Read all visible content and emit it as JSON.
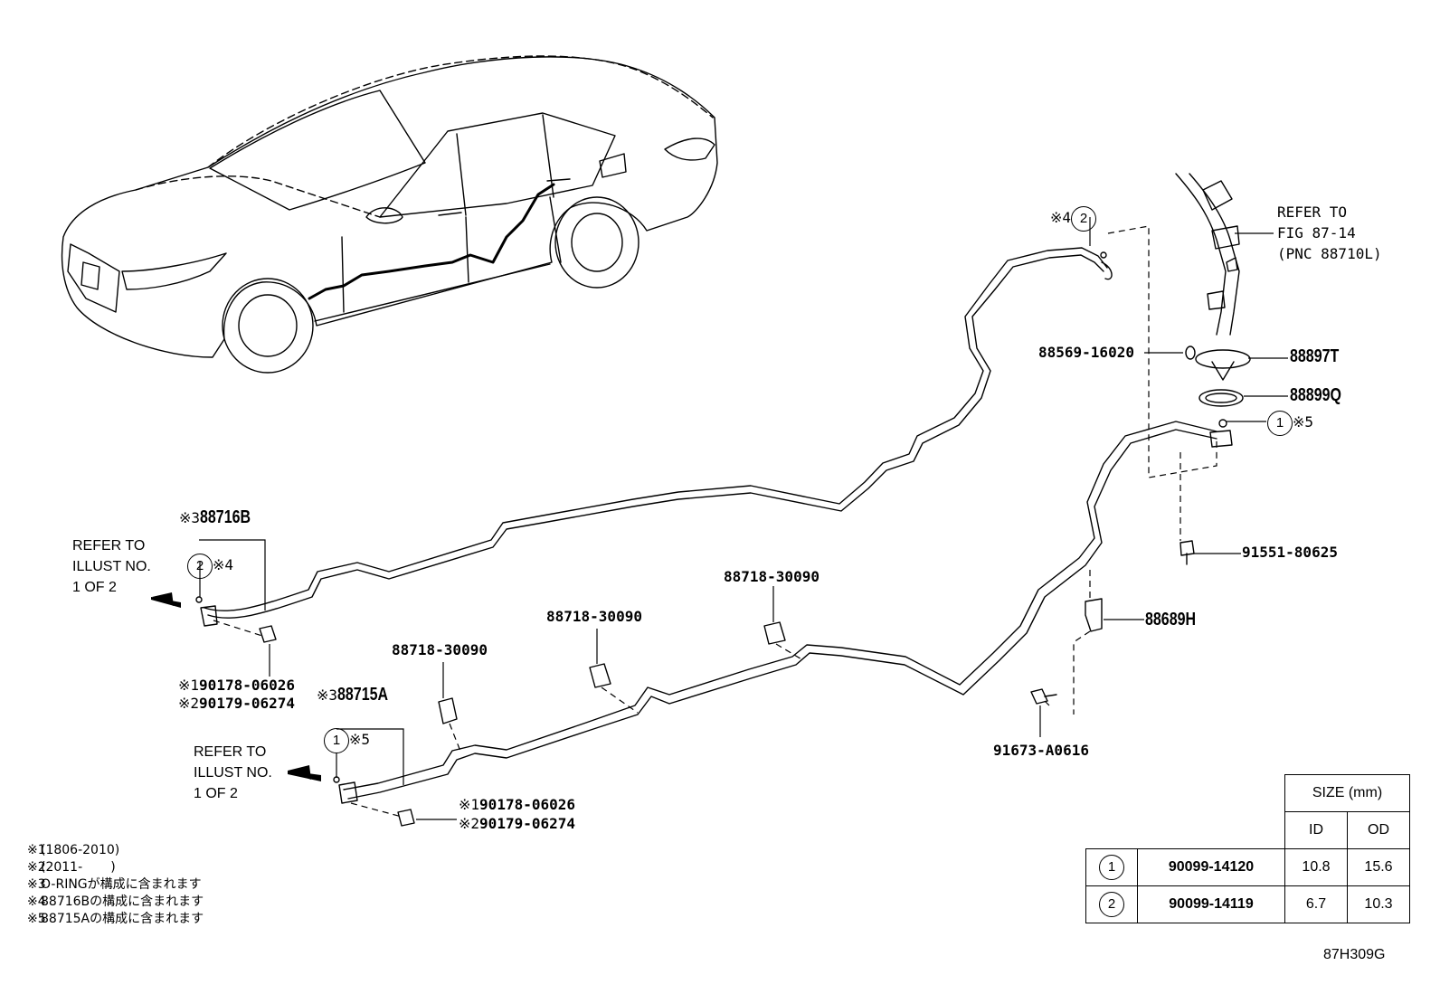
{
  "diagram_id": "87H309G",
  "notes": [
    {
      "mark": "※1",
      "text": "(1806-2010)"
    },
    {
      "mark": "※2",
      "text": "(2011-       )"
    },
    {
      "mark": "※3",
      "text": "O-RINGが構成に含まれます"
    },
    {
      "mark": "※4",
      "text": "88716Bの構成に含まれます"
    },
    {
      "mark": "※5",
      "text": "88715Aの構成に含まれます"
    }
  ],
  "refer_fig": {
    "line1": "REFER TO",
    "line2": "FIG 87-14",
    "line3": "(PNC 88710L)"
  },
  "refer_illust": {
    "line1": "REFER TO",
    "line2": "ILLUST NO.",
    "line3": "1 OF 2"
  },
  "parts": {
    "p88716B": "88716B",
    "p88715A": "88715A",
    "p88897T": "88897T",
    "p88899Q": "88899Q",
    "p88689H": "88689H",
    "p88569": "88569-16020",
    "p91551": "91551-80625",
    "p91673": "91673-A0616",
    "p88718": "88718-30090",
    "p90178": "90178-06026",
    "p90179": "90179-06274"
  },
  "marks": {
    "m1": "※1",
    "m2": "※2",
    "m3": "※3",
    "m4": "※4",
    "m5": "※5"
  },
  "circles": {
    "c1": "1",
    "c2": "2"
  },
  "size_table": {
    "header": "SIZE (mm)",
    "col_id": "ID",
    "col_od": "OD",
    "rows": [
      {
        "circle": "1",
        "part": "90099-14120",
        "id": "10.8",
        "od": "15.6"
      },
      {
        "circle": "2",
        "part": "90099-14119",
        "id": "6.7",
        "od": "10.3"
      }
    ]
  }
}
